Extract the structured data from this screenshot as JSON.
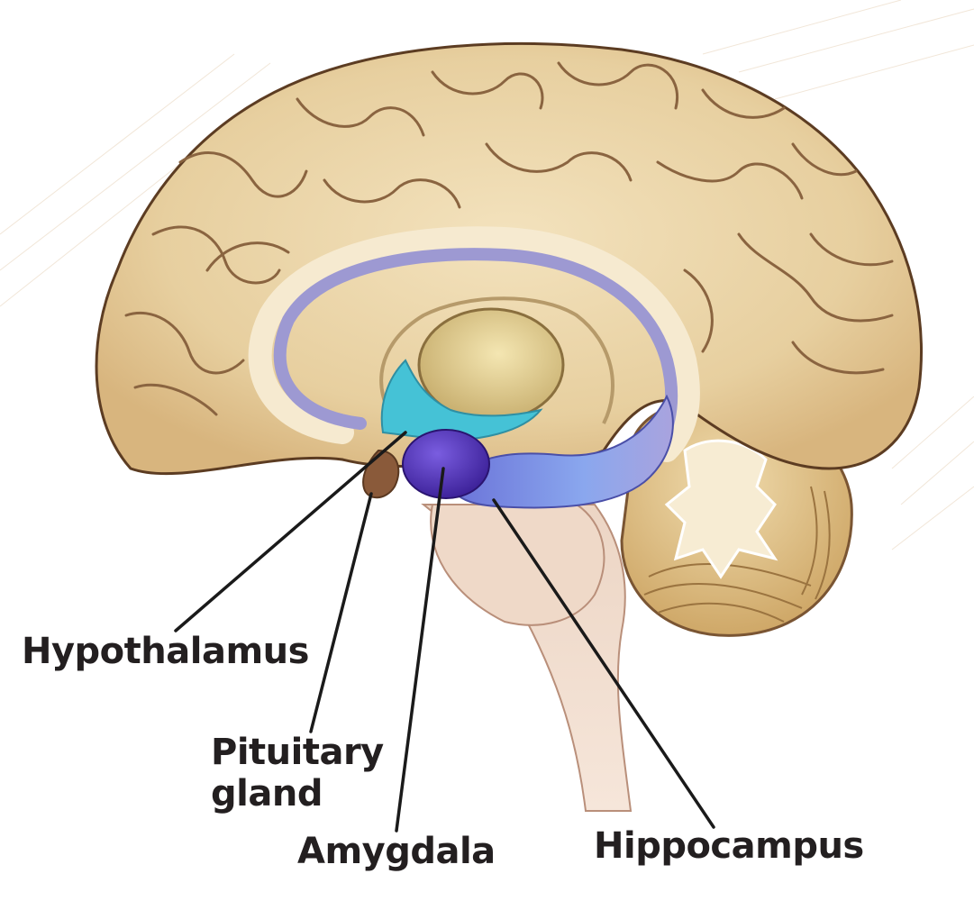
{
  "labels": {
    "hypothalamus": "Hypothalamus",
    "pituitary_line1": "Pituitary",
    "pituitary_line2": "gland",
    "amygdala": "Amygdala",
    "hippocampus": "Hippocampus"
  },
  "colors": {
    "background": "#ffffff",
    "cortex": "#e9d3a8",
    "cortex_outline": "#7a5533",
    "fornix": "#9d99d2",
    "hypothalamus": "#45c2d6",
    "amygdala": "#4f2fb3",
    "hippocampus": "#7d8be0",
    "thalamus": "#e0cd8c",
    "pituitary": "#8a5a3a",
    "leader_line": "#1a1a1a",
    "label_text": "#231f20"
  }
}
